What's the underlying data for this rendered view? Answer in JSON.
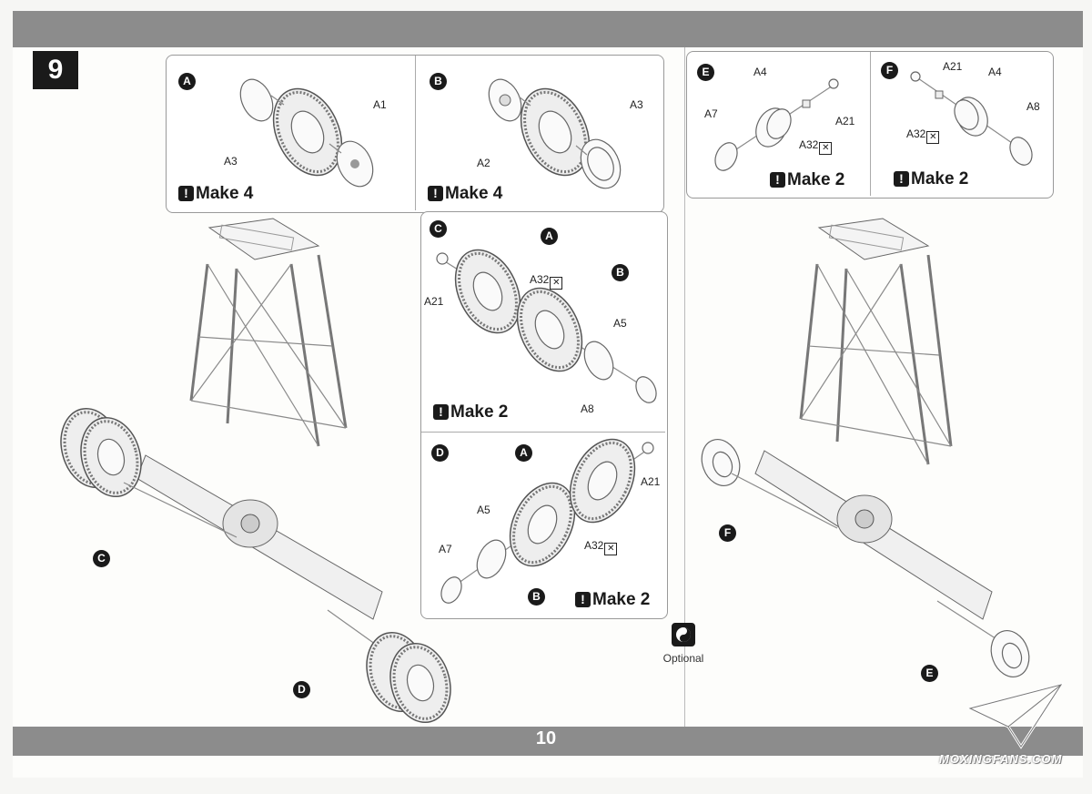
{
  "page": {
    "step_number": "9",
    "page_number": "10",
    "optional_label": "Optional",
    "watermark": "MOXINGFANS.COM"
  },
  "sub_assemblies": [
    {
      "letter": "A",
      "parts": [
        "A3",
        "A1"
      ],
      "make": "Make 4"
    },
    {
      "letter": "B",
      "parts": [
        "A2",
        "A3"
      ],
      "make": "Make 4"
    },
    {
      "letter": "C",
      "parts": [
        "A",
        "B",
        "A21",
        "A32",
        "A5",
        "A8"
      ],
      "make": "Make 2"
    },
    {
      "letter": "D",
      "parts": [
        "A",
        "A21",
        "A5",
        "A7",
        "A32",
        "B"
      ],
      "make": "Make 2"
    },
    {
      "letter": "E",
      "parts": [
        "A4",
        "A7",
        "A21",
        "A32"
      ],
      "make": "Make 2"
    },
    {
      "letter": "F",
      "parts": [
        "A21",
        "A4",
        "A32",
        "A8"
      ],
      "make": "Make 2"
    }
  ],
  "main_callouts": {
    "left_rear": "C",
    "left_front": "D",
    "right_top": "F",
    "right_bottom": "E"
  },
  "colors": {
    "band": "#8c8c8c",
    "badge": "#1a1a1a"
  }
}
